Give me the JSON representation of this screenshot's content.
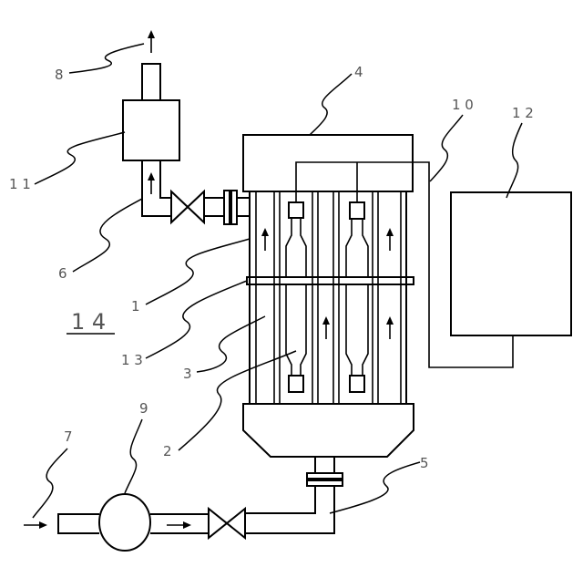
{
  "labels": {
    "l1": "1",
    "l2": "2",
    "l3": "3",
    "l4": "4",
    "l5": "5",
    "l6": "6",
    "l7": "7",
    "l8": "8",
    "l9": "9",
    "l10": "1 0",
    "l11": "1 1",
    "l12": "1 2",
    "l13": "1 3",
    "l14": "1 4"
  },
  "colors": {
    "line": "#000000",
    "label_text": "#555555",
    "background": "#ffffff"
  }
}
